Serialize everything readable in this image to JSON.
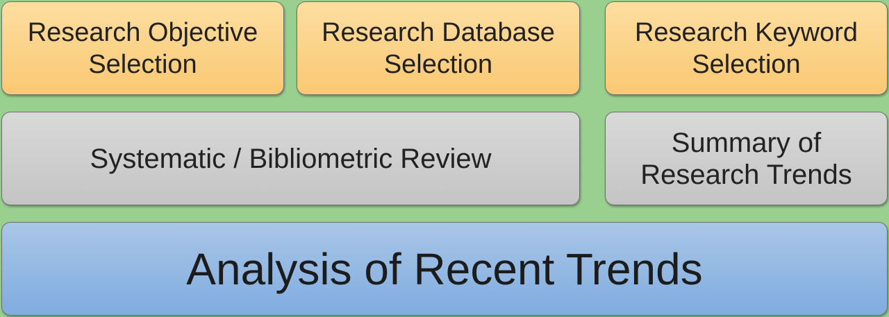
{
  "diagram": {
    "top_row": [
      {
        "label": "Research Objective\nSelection"
      },
      {
        "label": "Research Database\nSelection"
      },
      {
        "label": "Research Keyword\nSelection"
      }
    ],
    "middle_row": {
      "review": {
        "label": "Systematic / Bibliometric Review"
      },
      "summary": {
        "label": "Summary of\nResearch Trends"
      }
    },
    "bottom": {
      "label": "Analysis of Recent Trends"
    },
    "colors": {
      "background": "#99d08f",
      "top_boxes": "#fbd48a",
      "middle_boxes": "#cfcfcf",
      "bottom_box": "#94b9e3"
    }
  }
}
